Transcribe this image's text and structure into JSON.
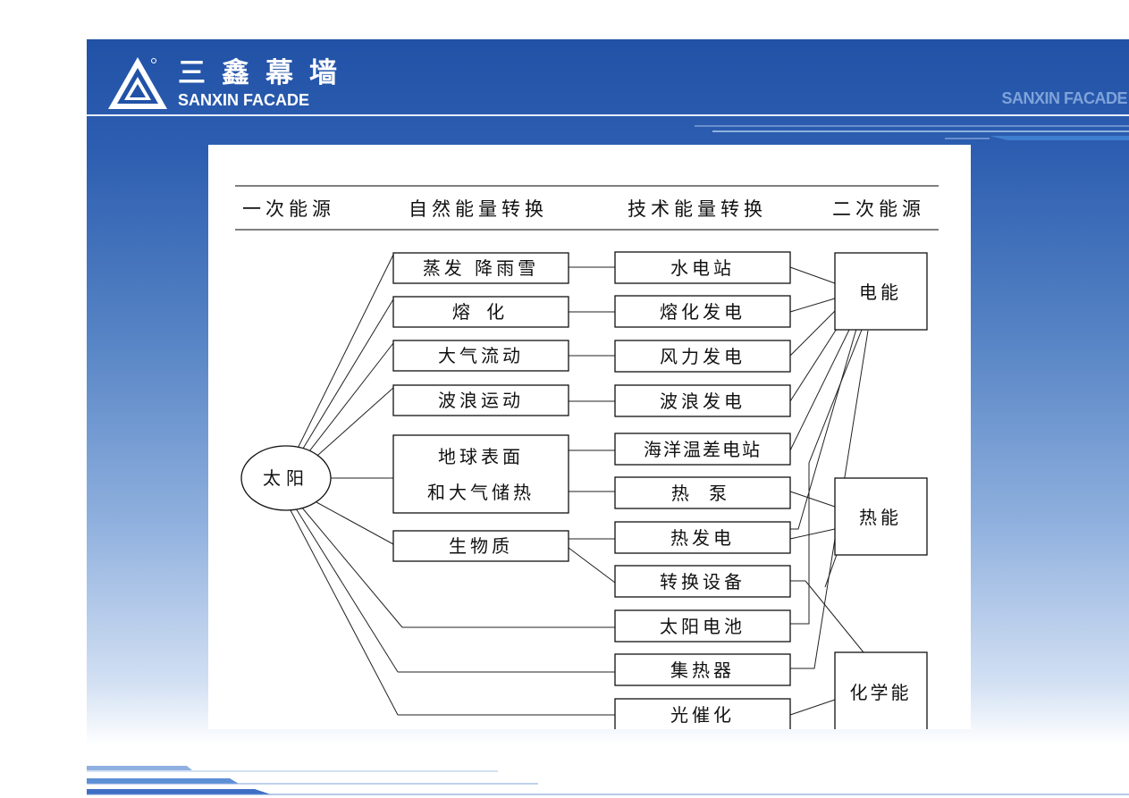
{
  "brand": {
    "name_cn": "三鑫幕墙",
    "name_en": "SANXIN FACADE",
    "right_mark": "SANXIN FACADE",
    "colors": {
      "primary": "#2152a7",
      "accent": "#7fa3d9"
    }
  },
  "diagram": {
    "headers": [
      "一次能源",
      "自然能量转换",
      "技术能量转换",
      "二次能源"
    ],
    "source": "太阳",
    "natural": [
      "蒸发 降雨雪",
      "熔 化",
      "大气流动",
      "波浪运动",
      "地球表面",
      "和大气储热",
      "生物质"
    ],
    "technical": [
      "水电站",
      "熔化发电",
      "风力发电",
      "波浪发电",
      "海洋温差电站",
      "热 泵",
      "热发电",
      "转换设备",
      "太阳电池",
      "集热器",
      "光催化"
    ],
    "secondary": [
      "电能",
      "热能",
      "化学能"
    ]
  }
}
